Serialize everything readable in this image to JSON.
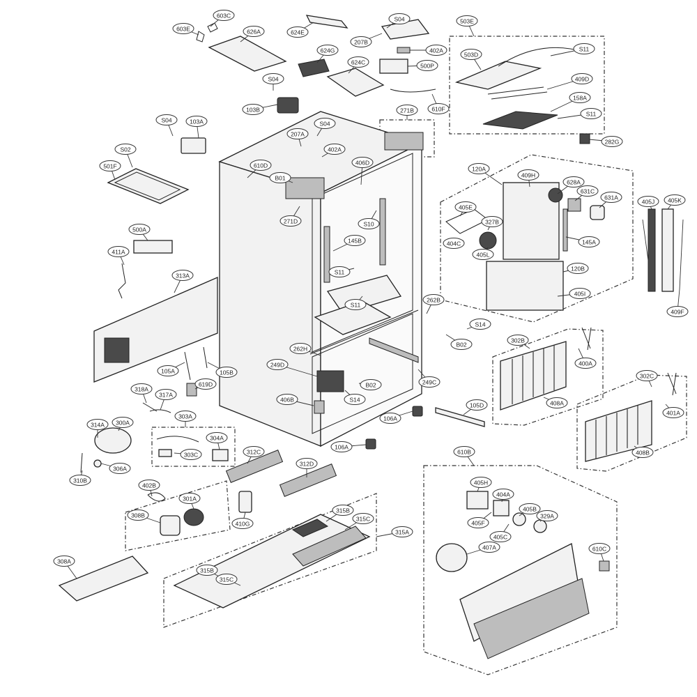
{
  "diagram": {
    "callouts": [
      {
        "id": "c603E",
        "label": "603E"
      },
      {
        "id": "c603C",
        "label": "603C"
      },
      {
        "id": "c626A",
        "label": "626A"
      },
      {
        "id": "c624E",
        "label": "624E"
      },
      {
        "id": "cS04a",
        "label": "S04"
      },
      {
        "id": "c207B",
        "label": "207B"
      },
      {
        "id": "c402Aa",
        "label": "402A"
      },
      {
        "id": "c500P",
        "label": "500P"
      },
      {
        "id": "c624G",
        "label": "624G"
      },
      {
        "id": "c624C",
        "label": "624C"
      },
      {
        "id": "c503E",
        "label": "503E"
      },
      {
        "id": "c503D",
        "label": "503D"
      },
      {
        "id": "cS11a",
        "label": "S11"
      },
      {
        "id": "c409D",
        "label": "409D"
      },
      {
        "id": "c158A",
        "label": "158A"
      },
      {
        "id": "cS11b",
        "label": "S11"
      },
      {
        "id": "cS04b",
        "label": "S04"
      },
      {
        "id": "c103B",
        "label": "103B"
      },
      {
        "id": "c610F",
        "label": "610F"
      },
      {
        "id": "c271B",
        "label": "271B"
      },
      {
        "id": "cS04c",
        "label": "S04"
      },
      {
        "id": "c103A",
        "label": "103A"
      },
      {
        "id": "cS04d",
        "label": "S04"
      },
      {
        "id": "c207A",
        "label": "207A"
      },
      {
        "id": "cS02",
        "label": "S02"
      },
      {
        "id": "c501F",
        "label": "501F"
      },
      {
        "id": "c610D",
        "label": "610D"
      },
      {
        "id": "c402Ab",
        "label": "402A"
      },
      {
        "id": "c406D",
        "label": "406D"
      },
      {
        "id": "cB01",
        "label": "B01"
      },
      {
        "id": "c271D",
        "label": "271D"
      },
      {
        "id": "c282G",
        "label": "282G"
      },
      {
        "id": "c120A",
        "label": "120A"
      },
      {
        "id": "c409H",
        "label": "409H"
      },
      {
        "id": "c628A",
        "label": "628A"
      },
      {
        "id": "c631C",
        "label": "631C"
      },
      {
        "id": "c631A",
        "label": "631A"
      },
      {
        "id": "c405J",
        "label": "405J"
      },
      {
        "id": "c405K",
        "label": "405K"
      },
      {
        "id": "c405E",
        "label": "405E"
      },
      {
        "id": "c327B",
        "label": "327B"
      },
      {
        "id": "c404C",
        "label": "404C"
      },
      {
        "id": "c405L",
        "label": "405L"
      },
      {
        "id": "c145A",
        "label": "145A"
      },
      {
        "id": "c120B",
        "label": "120B"
      },
      {
        "id": "c405I",
        "label": "405I"
      },
      {
        "id": "c409F",
        "label": "409F"
      },
      {
        "id": "c500A",
        "label": "500A"
      },
      {
        "id": "c411A",
        "label": "411A"
      },
      {
        "id": "c313A",
        "label": "313A"
      },
      {
        "id": "cS10",
        "label": "S10"
      },
      {
        "id": "c145B",
        "label": "145B"
      },
      {
        "id": "cS11c",
        "label": "S11"
      },
      {
        "id": "cS11d",
        "label": "S11"
      },
      {
        "id": "c262B",
        "label": "262B"
      },
      {
        "id": "cS14a",
        "label": "S14"
      },
      {
        "id": "cB02a",
        "label": "B02"
      },
      {
        "id": "c302B",
        "label": "302B"
      },
      {
        "id": "c262H",
        "label": "262H"
      },
      {
        "id": "c249D",
        "label": "249D"
      },
      {
        "id": "c105A",
        "label": "105A"
      },
      {
        "id": "c105B",
        "label": "105B"
      },
      {
        "id": "c619D",
        "label": "619D"
      },
      {
        "id": "cB02b",
        "label": "B02"
      },
      {
        "id": "c249C",
        "label": "249C"
      },
      {
        "id": "c400A",
        "label": "400A"
      },
      {
        "id": "c408A",
        "label": "408A"
      },
      {
        "id": "c302C",
        "label": "302C"
      },
      {
        "id": "cS14b",
        "label": "S14"
      },
      {
        "id": "c406B",
        "label": "406B"
      },
      {
        "id": "c318A",
        "label": "318A"
      },
      {
        "id": "c317A",
        "label": "317A"
      },
      {
        "id": "c105D",
        "label": "105D"
      },
      {
        "id": "c106Aa",
        "label": "106A"
      },
      {
        "id": "c401A",
        "label": "401A"
      },
      {
        "id": "c303A",
        "label": "303A"
      },
      {
        "id": "c314A",
        "label": "314A"
      },
      {
        "id": "c300A",
        "label": "300A"
      },
      {
        "id": "c304A",
        "label": "304A"
      },
      {
        "id": "c303C",
        "label": "303C"
      },
      {
        "id": "c106Ab",
        "label": "106A"
      },
      {
        "id": "c408B",
        "label": "408B"
      },
      {
        "id": "c306A",
        "label": "306A"
      },
      {
        "id": "c310B",
        "label": "310B"
      },
      {
        "id": "c312C",
        "label": "312C"
      },
      {
        "id": "c312D",
        "label": "312D"
      },
      {
        "id": "c610B",
        "label": "610B"
      },
      {
        "id": "c402B",
        "label": "402B"
      },
      {
        "id": "c301A",
        "label": "301A"
      },
      {
        "id": "c308B",
        "label": "308B"
      },
      {
        "id": "c410G",
        "label": "410G"
      },
      {
        "id": "c315B",
        "label": "315B"
      },
      {
        "id": "c315C",
        "label": "315C"
      },
      {
        "id": "c315A",
        "label": "315A"
      },
      {
        "id": "c405H",
        "label": "405H"
      },
      {
        "id": "c404A",
        "label": "404A"
      },
      {
        "id": "c405F",
        "label": "405F"
      },
      {
        "id": "c405B",
        "label": "405B"
      },
      {
        "id": "c329A",
        "label": "329A"
      },
      {
        "id": "c405C",
        "label": "405C"
      },
      {
        "id": "c407A",
        "label": "407A"
      },
      {
        "id": "c610C",
        "label": "610C"
      },
      {
        "id": "c308A",
        "label": "308A"
      },
      {
        "id": "c315Bb",
        "label": "315B"
      },
      {
        "id": "c315Cb",
        "label": "315C"
      }
    ]
  }
}
